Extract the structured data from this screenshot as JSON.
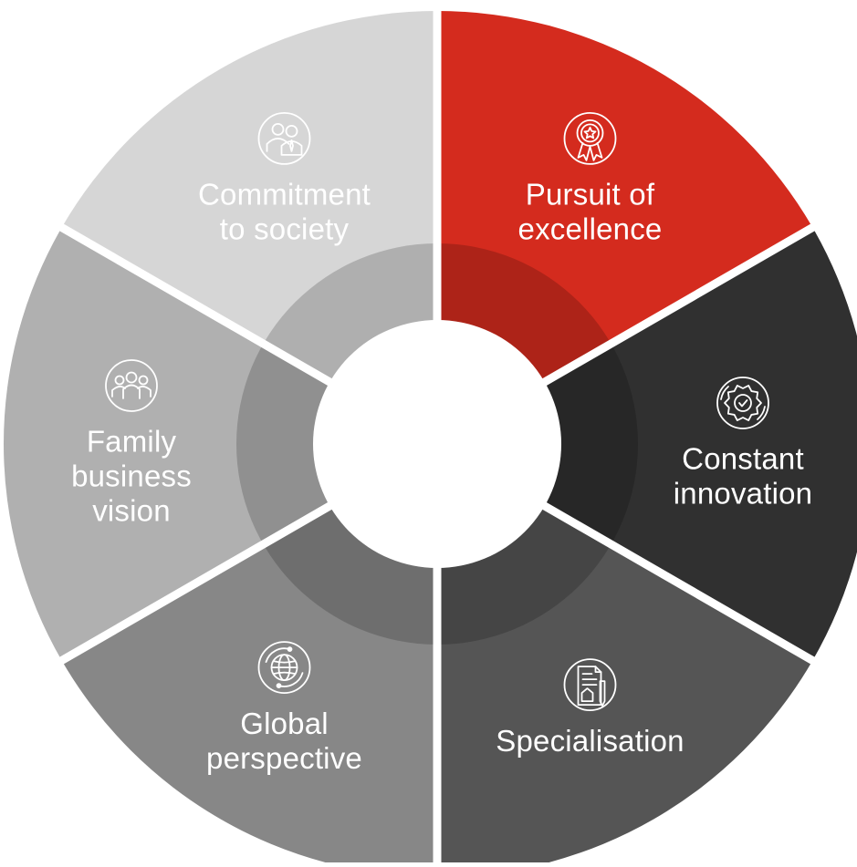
{
  "wheel": {
    "segments": [
      {
        "id": "pursuit",
        "label_lines": [
          "Pursuit of",
          "excellence"
        ],
        "icon": "award-medal-icon",
        "color": "#d42b1e",
        "text_color": "#ffffff"
      },
      {
        "id": "innovation",
        "label_lines": [
          "Constant",
          "innovation"
        ],
        "icon": "gear-check-icon",
        "color": "#303030",
        "text_color": "#ffffff"
      },
      {
        "id": "specialisation",
        "label_lines": [
          "Specialisation"
        ],
        "icon": "document-pen-icon",
        "color": "#555555",
        "text_color": "#ffffff"
      },
      {
        "id": "global",
        "label_lines": [
          "Global",
          "perspective"
        ],
        "icon": "globe-network-icon",
        "color": "#878787",
        "text_color": "#ffffff"
      },
      {
        "id": "family",
        "label_lines": [
          "Family",
          "business",
          "vision"
        ],
        "icon": "family-group-icon",
        "color": "#b0b0b0",
        "text_color": "#ffffff"
      },
      {
        "id": "society",
        "label_lines": [
          "Commitment",
          "to society"
        ],
        "icon": "people-society-icon",
        "color": "#d6d6d6",
        "text_color": "#ffffff"
      }
    ],
    "inner_ring_color": "#000000",
    "hub_color": "#ffffff",
    "separator_color": "#ffffff"
  }
}
